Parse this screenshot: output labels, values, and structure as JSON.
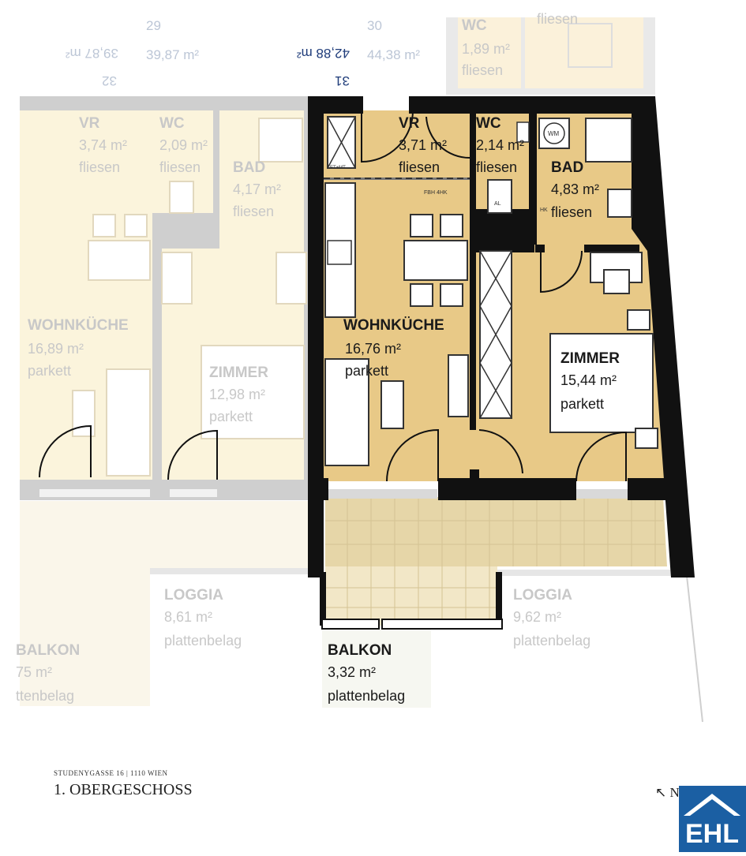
{
  "units": {
    "u29": {
      "number": "29",
      "area": "39,87 m²"
    },
    "u30": {
      "number": "30",
      "area": "44,38 m²"
    },
    "u32": {
      "number": "32",
      "area": "39,87 m²"
    },
    "u31": {
      "number": "31",
      "area": "42,88 m²"
    }
  },
  "rooms_main": {
    "vr": {
      "name": "VR",
      "area": "3,71 m²",
      "floor": "fliesen"
    },
    "wc": {
      "name": "WC",
      "area": "2,14 m²",
      "floor": "fliesen"
    },
    "bad": {
      "name": "BAD",
      "area": "4,83 m²",
      "floor": "fliesen"
    },
    "wohnkueche": {
      "name": "WOHNKÜCHE",
      "area": "16,76 m²",
      "floor": "parkett"
    },
    "zimmer": {
      "name": "ZIMMER",
      "area": "15,44 m²",
      "floor": "parkett"
    },
    "balkon": {
      "name": "BALKON",
      "area": "3,32 m²",
      "floor": "plattenbelag"
    }
  },
  "rooms_neighbor_left": {
    "vr": {
      "name": "VR",
      "area": "3,74 m²",
      "floor": "fliesen"
    },
    "wc": {
      "name": "WC",
      "area": "2,09 m²",
      "floor": "fliesen"
    },
    "bad": {
      "name": "BAD",
      "area": "4,17 m²",
      "floor": "fliesen"
    },
    "wohnkueche": {
      "name": "WOHNKÜCHE",
      "area": "16,89 m²",
      "floor": "parkett"
    },
    "zimmer": {
      "name": "ZIMMER",
      "area": "12,98 m²",
      "floor": "parkett"
    },
    "loggia": {
      "name": "LOGGIA",
      "area": "8,61 m²",
      "floor": "plattenbelag"
    },
    "balkon": {
      "name": "BALKON",
      "area": "75 m²",
      "floor": "ttenbelag"
    }
  },
  "rooms_neighbor_right": {
    "loggia": {
      "name": "LOGGIA",
      "area": "9,62 m²",
      "floor": "plattenbelag"
    }
  },
  "rooms_neighbor_top": {
    "wc": {
      "name": "WC",
      "area": "1,89 m²",
      "floor": "fliesen",
      "extra": "fliesen"
    }
  },
  "fixtures": {
    "fbh": "FBH 4HK",
    "et": "ET+MT",
    "wm": "WM",
    "al": "AL",
    "hk": "HK"
  },
  "footer": {
    "address": "STUDENYGASSE 16 | 1110 WIEN",
    "floor": "1. OBERGESCHOSS",
    "north": "↖ N",
    "logo": "EHL"
  },
  "colors": {
    "wall": "#111111",
    "floor_main": "#e8c987",
    "floor_neighbor": "#fbf4dc",
    "balkon_main": "#e6d6a8",
    "loggia_neighbor": "#faf6ea",
    "grey_wall": "#cfcfcf",
    "logo_blue": "#1b5fa3"
  }
}
